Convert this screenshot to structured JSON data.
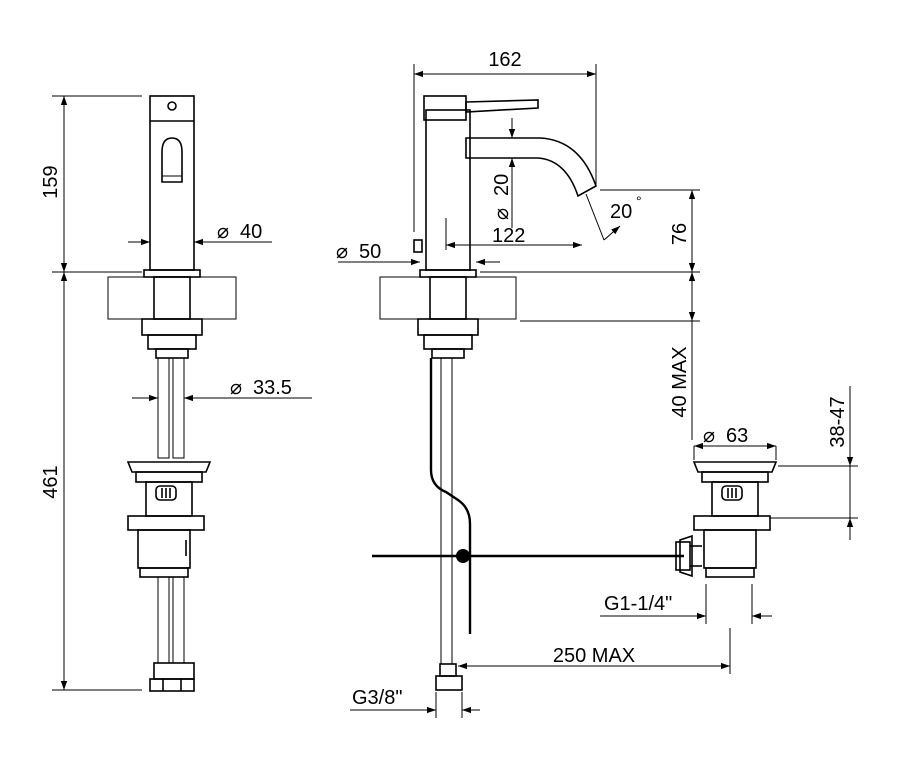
{
  "dimensions": {
    "height_top_left": "159",
    "height_bottom_left": "461",
    "diameter_body": "40",
    "diameter_hose": "33.5",
    "width_total": "162",
    "spout_reach": "122",
    "spout_diameter": "20",
    "spout_angle": "20",
    "spout_height": "76",
    "base_diameter": "50",
    "deck_thickness": "40 MAX",
    "waste_diameter": "63",
    "waste_height": "38-47",
    "waste_thread": "G1-1/4\"",
    "rod_length": "250 MAX",
    "hose_thread": "G3/8\""
  },
  "symbols": {
    "diameter": "⌀",
    "degree": "°"
  }
}
